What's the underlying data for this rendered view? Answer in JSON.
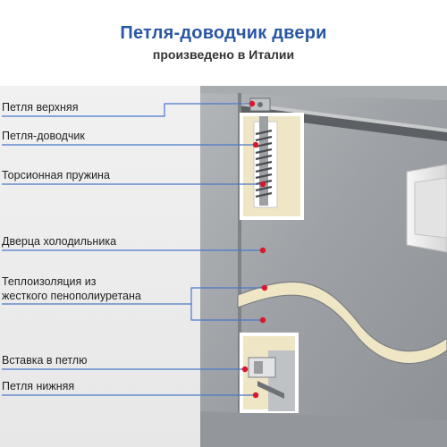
{
  "header": {
    "title": "Петля-доводчик двери",
    "subtitle": "произведено в Италии"
  },
  "callouts": [
    {
      "id": "top-hinge",
      "text": "Петля верхняя"
    },
    {
      "id": "closer-hinge",
      "text": "Петля-доводчик"
    },
    {
      "id": "torsion-spring",
      "text": "Торсионная пружина"
    },
    {
      "id": "fridge-door",
      "text": "Дверца холодильника"
    },
    {
      "id": "insulation",
      "text_line1": "Теплоизоляция из",
      "text_line2": "жесткого пенополиуретана"
    },
    {
      "id": "hinge-insert",
      "text": "Вставка в петлю"
    },
    {
      "id": "bottom-hinge",
      "text": "Петля нижняя"
    }
  ],
  "colors": {
    "title": "#2a57a4",
    "leader_line": "#4a78c8",
    "marker": "#d8182b",
    "cabinet": "#9a9ea2",
    "foam": "#efe6c6",
    "background_panel": "#eeeeee"
  }
}
